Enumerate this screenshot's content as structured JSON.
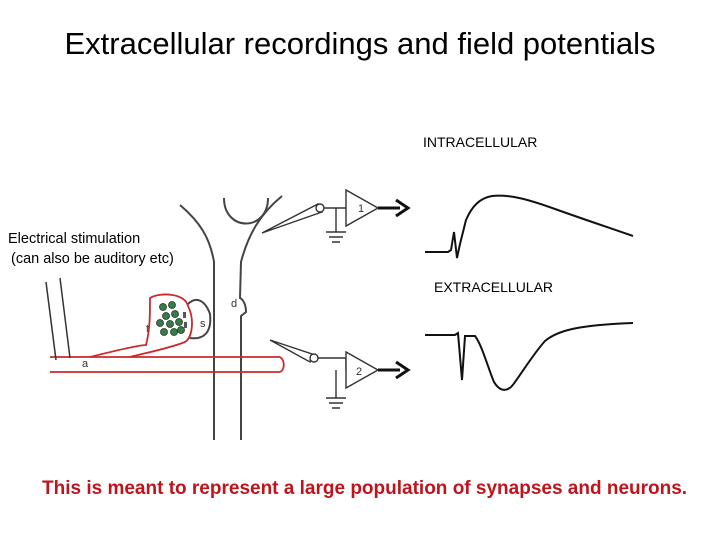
{
  "title": "Extracellular recordings and field potentials",
  "labels": {
    "intracellular": "INTRACELLULAR",
    "extracellular": "EXTRACELLULAR",
    "stimulation_line1": "Electrical stimulation",
    "stimulation_line2": "(can also be auditory etc)"
  },
  "electrodes": {
    "electrode_1": "1",
    "electrode_2": "2"
  },
  "structure_letters": {
    "dendrite": "d",
    "spine": "s",
    "terminal": "t",
    "axon": "a"
  },
  "note": "This is meant to represent a large population of synapses and neurons.",
  "colors": {
    "axon": "#cc2a2a",
    "note_text": "#c0131b",
    "arrow": "#111111",
    "vesicle": "#3a7a4a"
  }
}
